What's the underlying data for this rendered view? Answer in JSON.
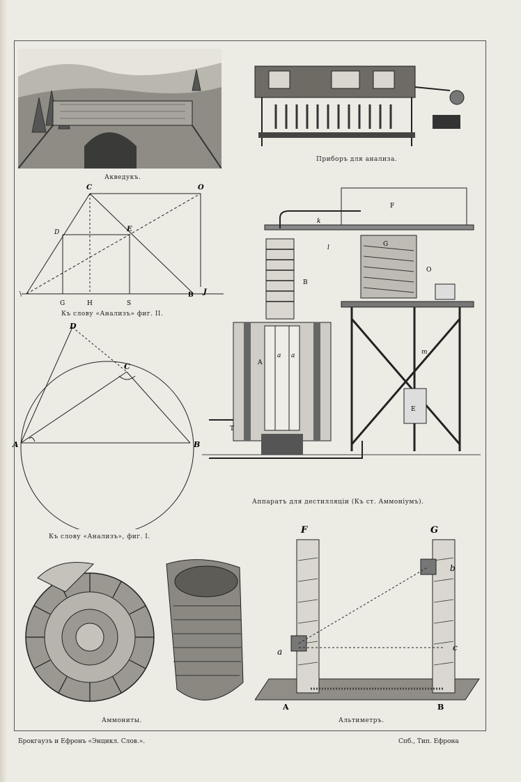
{
  "captions": {
    "aqueduct": "Акведукъ.",
    "analysis_device": "Приборъ для анализа.",
    "analysis_fig2": "Къ слову «Анализъ» фиг. II.",
    "distillation": "Аппаратъ для дестилляціи (Къ ст. Аммоніумъ).",
    "analysis_fig1": "Къ слову «Анализъ», фиг. I.",
    "ammonites": "Аммониты.",
    "altimeter": "Альтиметръ."
  },
  "fig2_labels": {
    "C": "C",
    "O": "O",
    "D": "D",
    "E": "E",
    "A": "\\",
    "B": "B",
    "J": "J",
    "G": "G",
    "H": "H",
    "S": "S"
  },
  "fig1_labels": {
    "D": "D",
    "C": "C",
    "A": "A",
    "B": "B"
  },
  "distill_labels": {
    "F": "F",
    "k": "k",
    "l": "l",
    "G": "G",
    "B": "B",
    "A": "A",
    "a1": "a",
    "a2": "a",
    "T": "T",
    "O": "O",
    "m": "m",
    "E": "E"
  },
  "altimeter_labels": {
    "F": "F",
    "G": "G",
    "a": "a",
    "b": "b",
    "c": "c",
    "A": "A",
    "B": "B"
  },
  "footer": {
    "left": "Брокгаузъ и Ефронъ «Энцикл. Слов.».",
    "right": "Спб., Тип. Ефрона"
  }
}
